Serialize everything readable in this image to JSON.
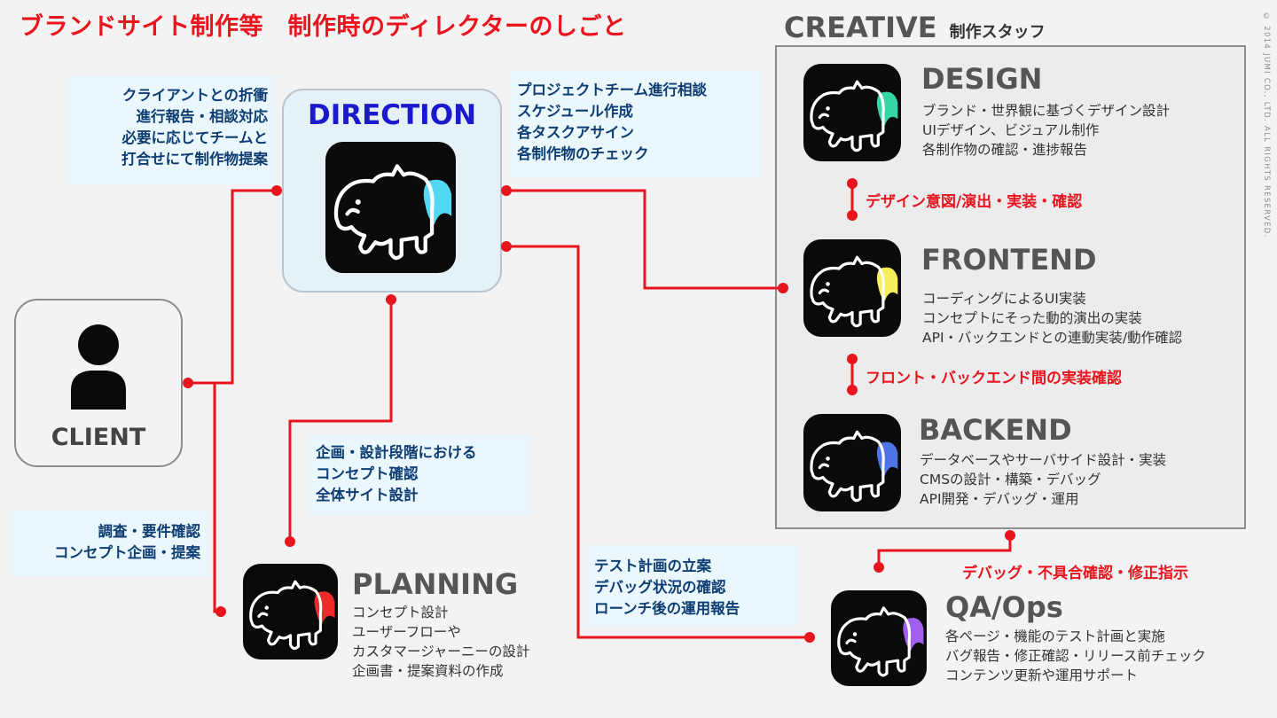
{
  "title": "ブランドサイト制作等　制作時のディレクターのしごと",
  "copyright": "© 2014 JUMI CO., LTD. ALL RIGHTS RESERVED.",
  "colors": {
    "accent_red": "#e8141e",
    "direction_blue": "#1a1acc",
    "note_bg": "#eaf7fc",
    "design": "#34d6a6",
    "direction": "#52d8f5",
    "frontend": "#f5ef5b",
    "backend": "#4f74e8",
    "planning": "#ee2a2a",
    "qa": "#a35ff0"
  },
  "direction": {
    "title": "DIRECTION",
    "icon": "mascot-icon",
    "left_note": [
      "クライアントとの折衝",
      "進行報告・相談対応",
      "必要に応じてチームと",
      "打合せにて制作物提案"
    ],
    "right_note": [
      "プロジェクトチーム進行相談",
      "スケジュール作成",
      "各タスクアサイン",
      "各制作物のチェック"
    ],
    "planning_note": [
      "企画・設計段階における",
      "コンセプト確認",
      "全体サイト設計"
    ],
    "qa_note": [
      "テスト計画の立案",
      "デバッグ状況の確認",
      "ローンチ後の運用報告"
    ]
  },
  "client": {
    "label": "CLIENT",
    "icon": "person-icon",
    "note": [
      "調査・要件確認",
      "コンセプト企画・提案"
    ]
  },
  "creative": {
    "heading": "CREATIVE",
    "subheading": "制作スタッフ",
    "roles": [
      {
        "title": "DESIGN",
        "icon": "mascot-icon",
        "lines": [
          "ブランド・世界観に基づくデザイン設計",
          "UIデザイン、ビジュアル制作",
          "各制作物の確認・進捗報告"
        ]
      },
      {
        "title": "FRONTEND",
        "icon": "mascot-icon",
        "lines": [
          "コーディングによるUI実装",
          "コンセプトにそった動的演出の実装",
          "API・バックエンドとの連動実装/動作確認"
        ]
      },
      {
        "title": "BACKEND",
        "icon": "mascot-icon",
        "lines": [
          "データベースやサーバサイド設計・実装",
          "CMSの設計・構築・デバッグ",
          "API開発・デバッグ・運用"
        ]
      }
    ],
    "links": [
      "デザイン意図/演出・実装・確認",
      "フロント・バックエンド間の実装確認"
    ]
  },
  "planning": {
    "title": "PLANNING",
    "icon": "mascot-icon",
    "lines": [
      "コンセプト設計",
      "ユーザーフローや",
      "カスタマージャーニーの設計",
      "企画書・提案資料の作成"
    ]
  },
  "qa": {
    "title": "QA/Ops",
    "icon": "mascot-icon",
    "lines": [
      "各ページ・機能のテスト計画と実施",
      "バグ報告・修正確認・リリース前チェック",
      "コンテンツ更新や運用サポート"
    ],
    "link": "デバッグ・不具合確認・修正指示"
  }
}
